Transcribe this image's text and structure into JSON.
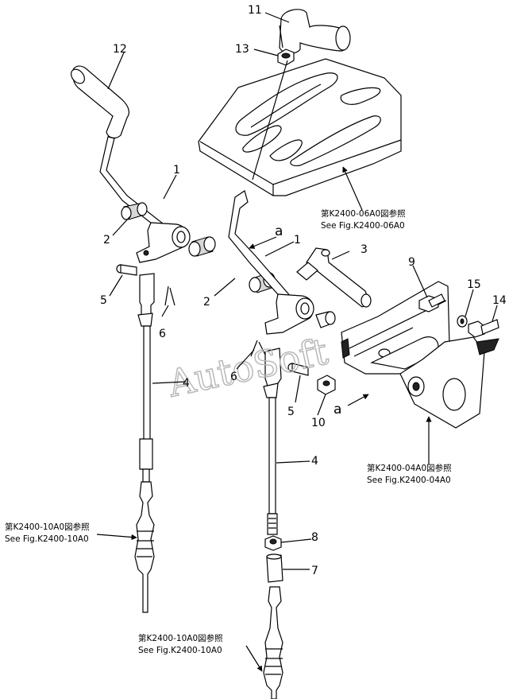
{
  "watermark": "AutoSoft",
  "callouts": {
    "c11": "11",
    "c12": "12",
    "c13": "13",
    "c1a": "1",
    "c1b": "1",
    "c2a": "2",
    "c2b": "2",
    "c3": "3",
    "c9": "9",
    "c15": "15",
    "c14": "14",
    "c5a": "5",
    "c5b": "5",
    "c6a": "6",
    "c6b": "6",
    "c4a": "4",
    "c4b": "4",
    "c10": "10",
    "c8": "8",
    "c7": "7"
  },
  "letters": {
    "a_top": "a",
    "a_bottom": "a"
  },
  "references": {
    "k2400_06a0_jp": "第K2400-06A0図参照",
    "k2400_06a0_en": "See Fig.K2400-06A0",
    "k2400_04a0_jp": "第K2400-04A0図参照",
    "k2400_04a0_en": "See Fig.K2400-04A0",
    "k2400_10a0_left_jp": "第K2400-10A0図参照",
    "k2400_10a0_left_en": "See Fig.K2400-10A0",
    "k2400_10a0_bottom_jp": "第K2400-10A0図参照",
    "k2400_10a0_bottom_en": "See Fig.K2400-10A0"
  }
}
